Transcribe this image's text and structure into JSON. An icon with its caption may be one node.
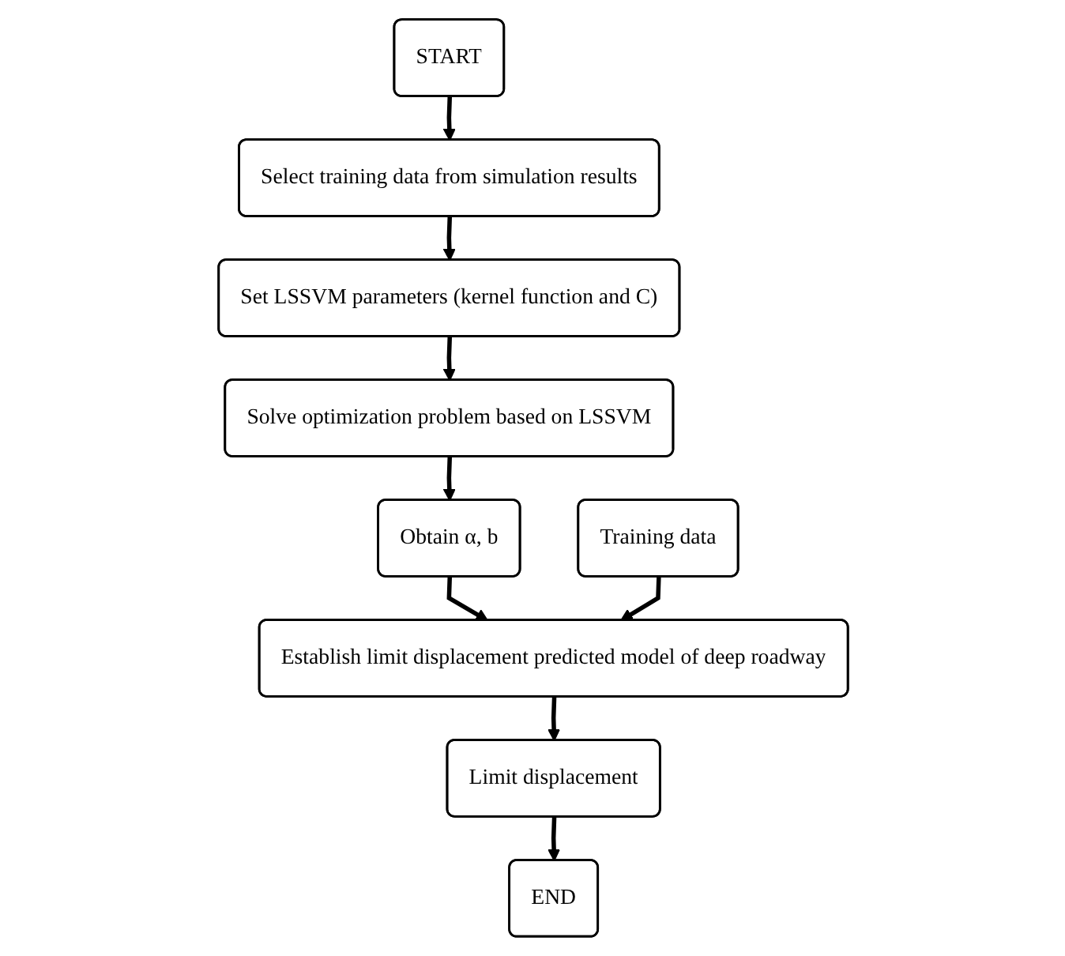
{
  "diagram": {
    "nodes": [
      {
        "text": [
          "START"
        ]
      },
      {
        "text": [
          "Select training data from simulation results"
        ]
      },
      {
        "text": [
          "Set LSSVM parameters (kernel function and C)"
        ]
      },
      {
        "text": [
          "Solve optimization problem based on LSSVM"
        ]
      },
      {
        "text": [
          "Obtain α, b"
        ]
      },
      {
        "text": [
          "Establish limit displacement predicted model of deep roadway"
        ]
      },
      {
        "text": [
          "Training data"
        ]
      },
      {
        "text": [
          "Limit displacement"
        ]
      },
      {
        "text": [
          "END"
        ]
      }
    ],
    "edges": [
      {
        "from": 0,
        "to": 1,
        "arrow": "to"
      },
      {
        "from": 1,
        "to": 2,
        "arrow": "to"
      },
      {
        "from": 2,
        "to": 3,
        "arrow": "to"
      },
      {
        "from": 3,
        "to": 4,
        "arrow": "to"
      },
      {
        "from": 4,
        "to": 5,
        "arrow": "to"
      },
      {
        "from": 6,
        "to": 5,
        "arrow": "to"
      },
      {
        "from": 5,
        "to": 7,
        "arrow": "to"
      },
      {
        "from": 7,
        "to": 8,
        "arrow": "to"
      }
    ]
  }
}
